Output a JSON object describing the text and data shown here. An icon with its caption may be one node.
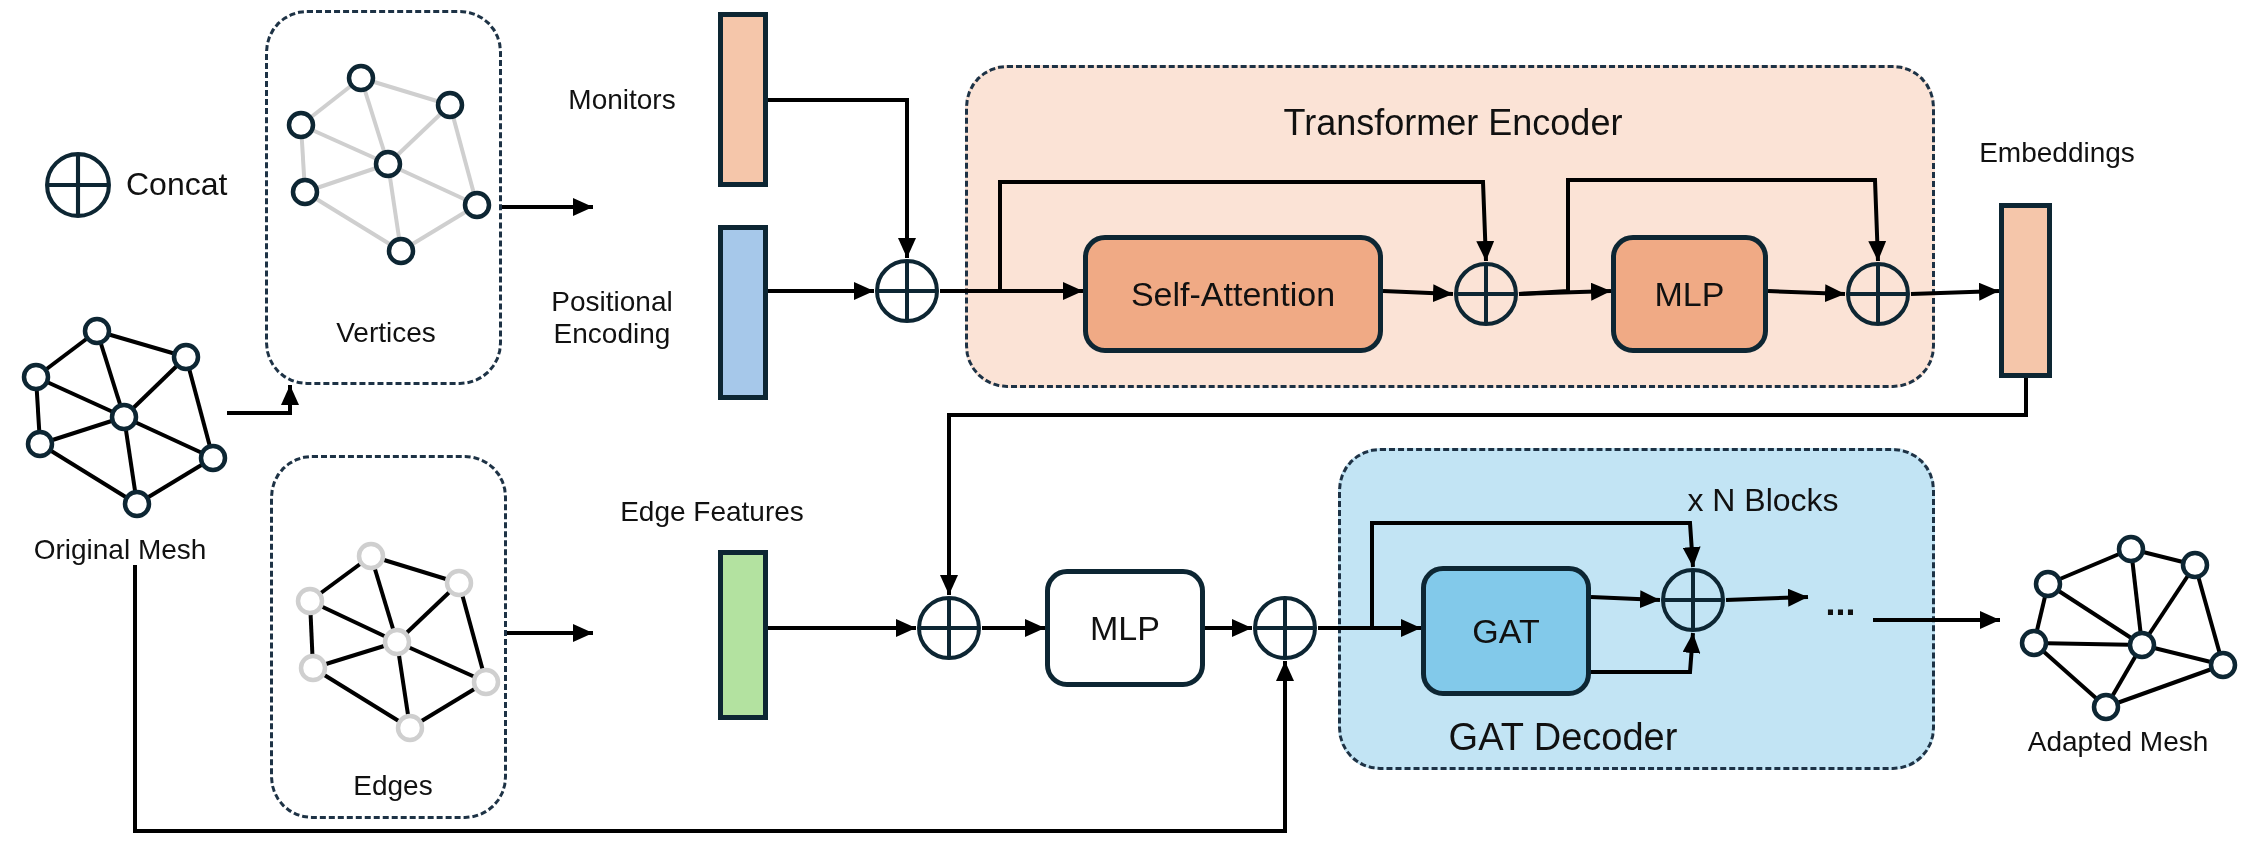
{
  "diagram": {
    "nodes": [
      {
        "text": [
          "Vertices"
        ]
      },
      {
        "text": [
          "Original Mesh"
        ]
      },
      {
        "text": [
          "Edges"
        ]
      },
      {
        "text": [
          "Monitors"
        ]
      },
      {
        "text": [
          "Positional Encoding"
        ]
      },
      {
        "text": [
          "Edge Features"
        ]
      },
      {
        "text": [
          "Transformer Encoder"
        ]
      },
      {
        "text": [],
        "shape": "circle"
      },
      {
        "text": [
          "Self-Attention"
        ],
        "in": 6
      },
      {
        "text": [],
        "shape": "circle",
        "in": 6
      },
      {
        "text": [
          "MLP"
        ],
        "in": 6
      },
      {
        "text": [],
        "shape": "circle",
        "in": 6
      },
      {
        "text": [
          "Embeddings"
        ]
      },
      {
        "text": [],
        "shape": "circle"
      },
      {
        "text": [
          "MLP"
        ]
      },
      {
        "text": [],
        "shape": "circle"
      },
      {
        "text": [
          "x N Blocks",
          "GAT Decoder"
        ]
      },
      {
        "text": [
          "GAT"
        ],
        "in": 16
      },
      {
        "text": [],
        "shape": "circle",
        "in": 16
      },
      {
        "text": [
          "..."
        ],
        "in": 16
      },
      {
        "text": [
          "Adapted Mesh"
        ]
      }
    ],
    "edges": [
      {
        "from": 1,
        "to": 0,
        "arrow": "to"
      },
      {
        "from": 0,
        "to": null,
        "arrow": "to"
      },
      {
        "from": 2,
        "to": null,
        "arrow": "to"
      },
      {
        "from": 3,
        "to": 7,
        "arrow": "to"
      },
      {
        "from": 4,
        "to": 7,
        "arrow": "to"
      },
      {
        "from": 7,
        "to": 8,
        "arrow": "to"
      },
      {
        "from": 7,
        "to": 9,
        "arrow": "to"
      },
      {
        "from": 8,
        "to": 9,
        "arrow": "to"
      },
      {
        "from": 9,
        "to": 10,
        "arrow": "to"
      },
      {
        "from": 9,
        "to": 11,
        "arrow": "to"
      },
      {
        "from": 10,
        "to": 11,
        "arrow": "to"
      },
      {
        "from": 11,
        "to": 12,
        "arrow": "to"
      },
      {
        "from": 12,
        "to": 13,
        "arrow": "to"
      },
      {
        "from": 5,
        "to": 13,
        "arrow": "to"
      },
      {
        "from": 13,
        "to": 14,
        "arrow": "to"
      },
      {
        "from": 14,
        "to": 15,
        "arrow": "to"
      },
      {
        "from": 1,
        "to": 15,
        "arrow": "to"
      },
      {
        "from": 15,
        "to": 17,
        "arrow": "to"
      },
      {
        "from": 15,
        "to": 18,
        "arrow": "to"
      },
      {
        "from": 17,
        "to": 18,
        "arrow": "to"
      },
      {
        "from": 17,
        "to": 18,
        "arrow": "to"
      },
      {
        "from": 18,
        "to": 19,
        "arrow": "to"
      },
      {
        "from": 19,
        "to": 20,
        "arrow": "to"
      }
    ],
    "legend": [
      {
        "text": "Concat"
      }
    ]
  }
}
